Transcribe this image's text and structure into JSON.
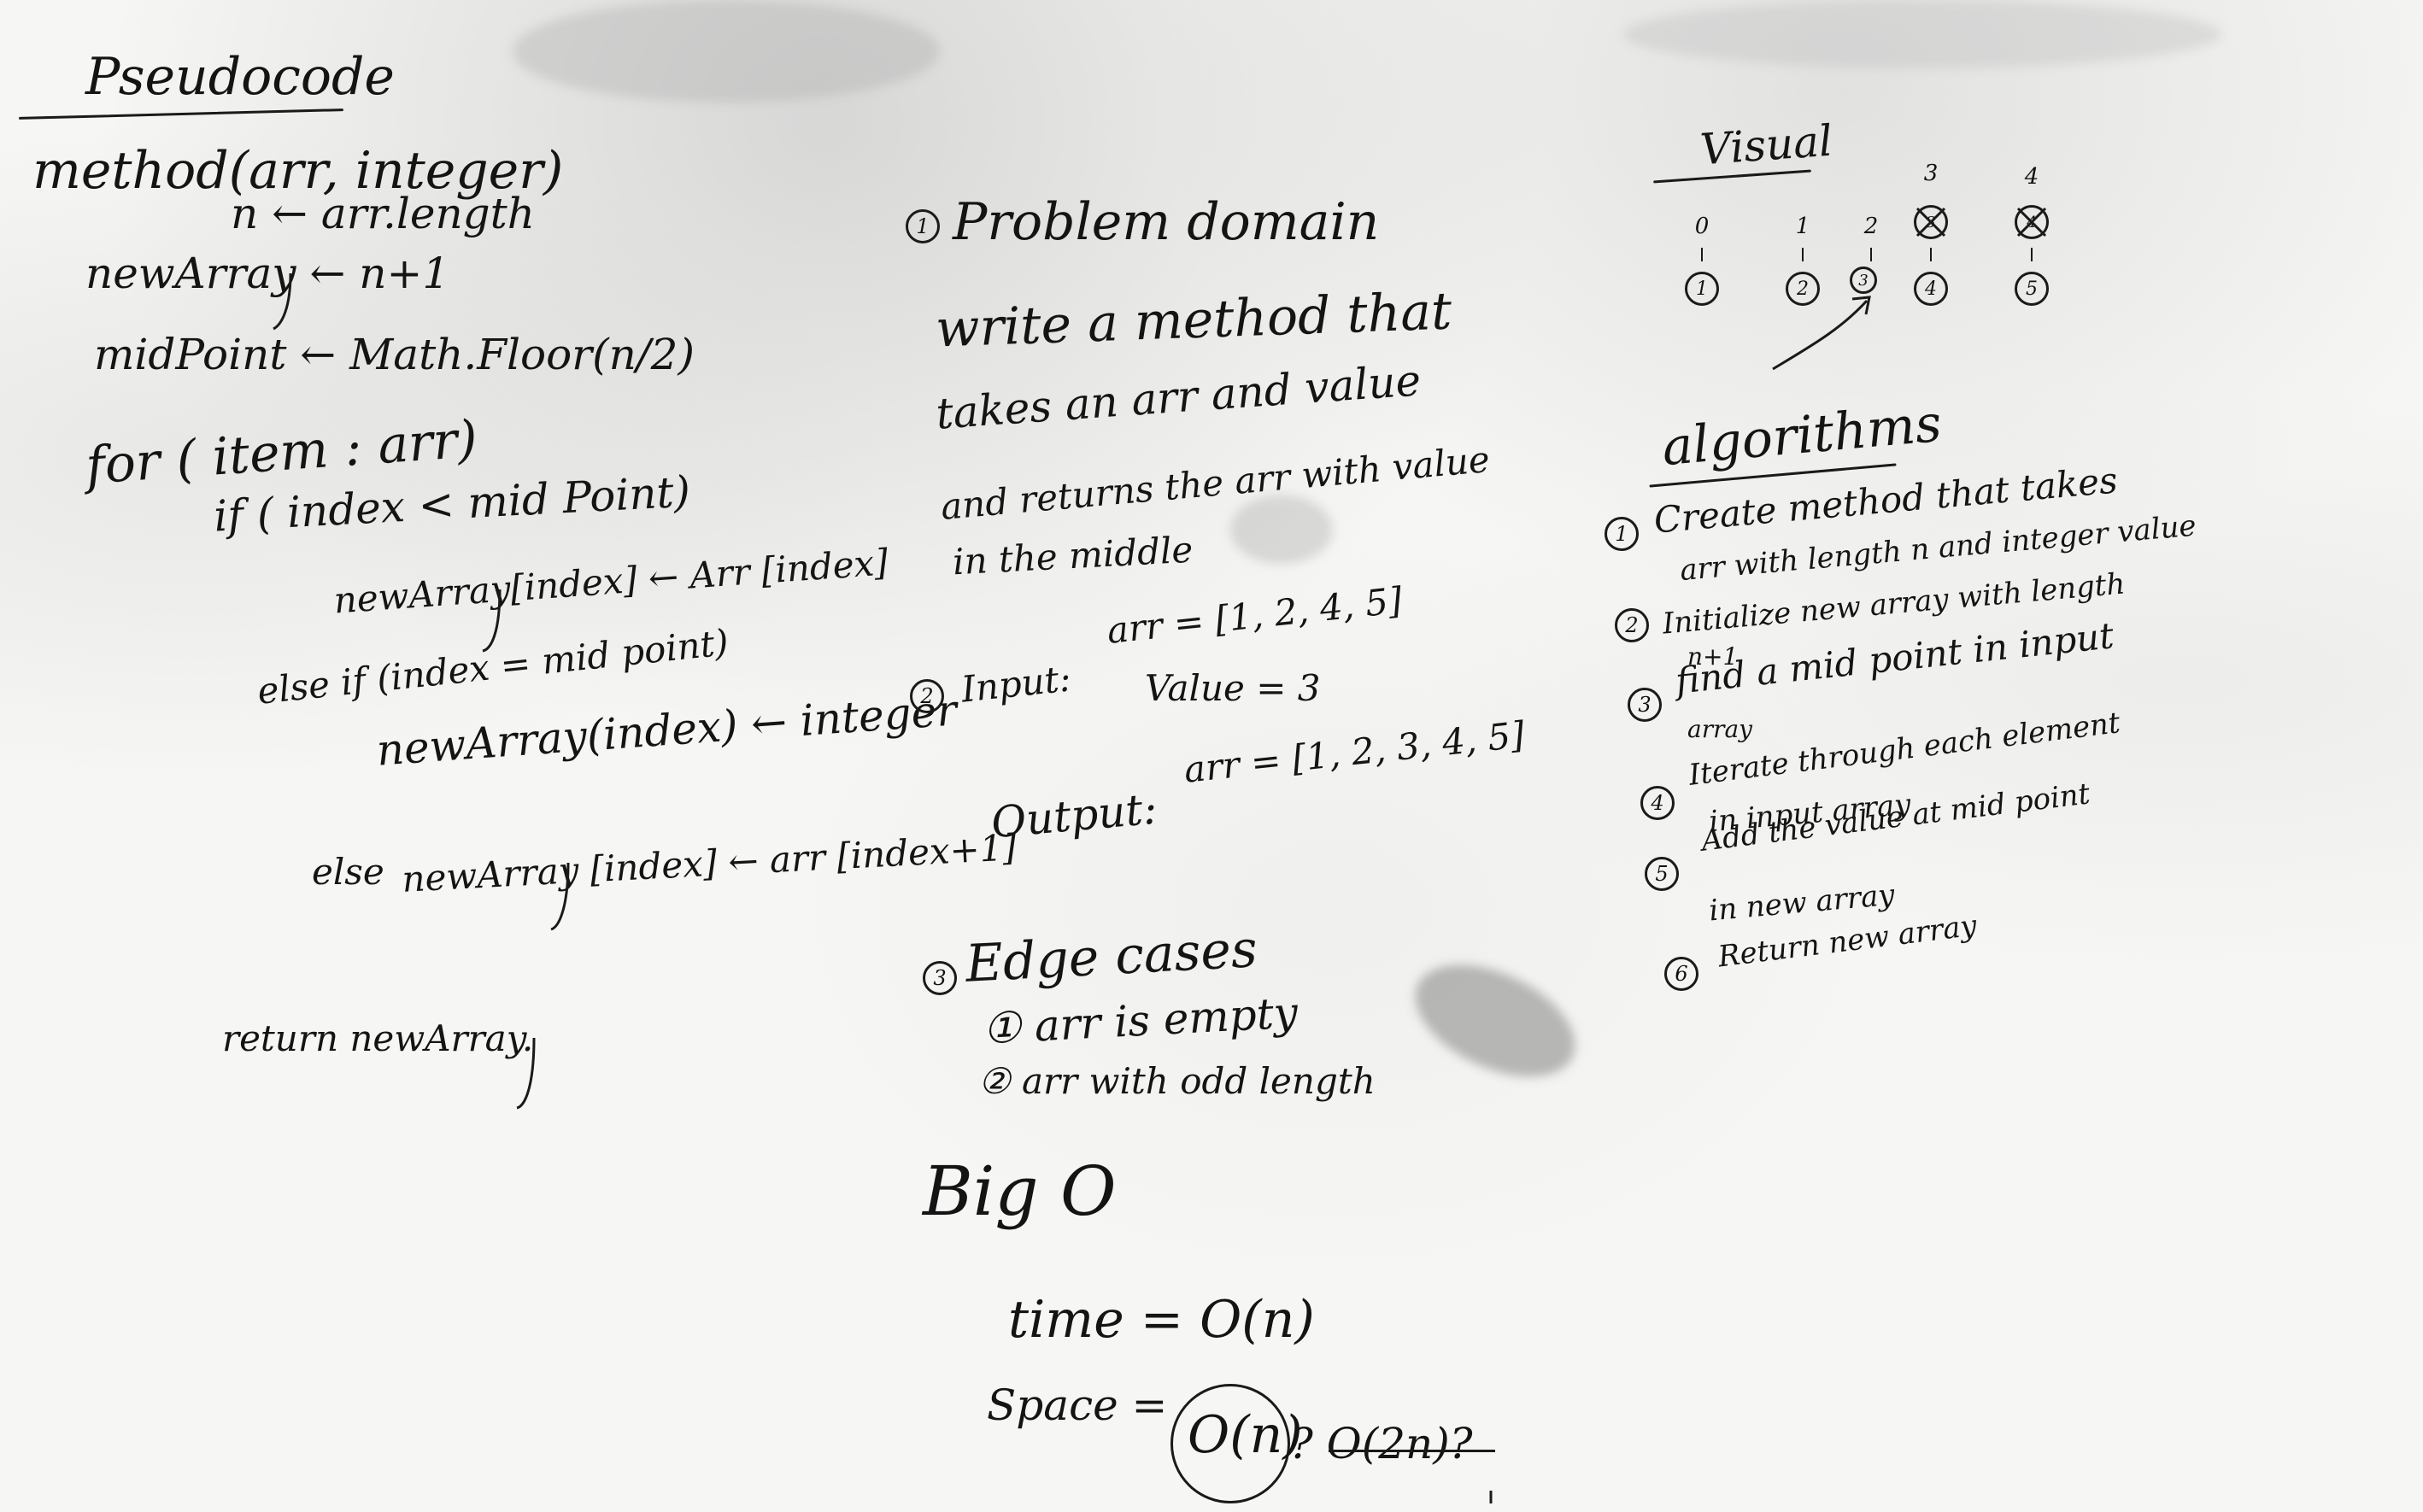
{
  "pseudocode": {
    "title": "Pseudocode",
    "lines": [
      "method(arr, integer)",
      "n ← arr.length",
      "newArray ← n+1",
      "midPoint ← Math.Floor(n/2)",
      "for ( item : arr)",
      "if ( index < mid Point)",
      "newArray[index] ← Arr [index]",
      "else if (index   = mid point)",
      "newArray(index) ← integer",
      "else",
      "newArray [index] ← arr [index+1]",
      "return newArray."
    ]
  },
  "problem_domain": {
    "heading": "Problem domain",
    "badge": "1",
    "lines": [
      "write a method that",
      "takes an arr and value",
      "and returns the arr with value",
      "in the middle"
    ]
  },
  "io": {
    "badge": "2",
    "input_label": "Input:",
    "input_arr": "arr = [1, 2, 4, 5]",
    "input_value": "Value = 3",
    "output_label": "Output:",
    "output_arr": "arr = [1, 2, 3, 4, 5]"
  },
  "edge_cases": {
    "badge": "3",
    "heading": "Edge cases",
    "items": [
      "① arr is empty",
      "② arr with odd length"
    ]
  },
  "big_o": {
    "heading": "Big O",
    "time": "time = O(n)",
    "space_label": "Space =",
    "space_value": "O(n)",
    "space_alt": "? O(2n)?"
  },
  "visual": {
    "title": "Visual",
    "indices": [
      "0",
      "1",
      "2",
      "3",
      "4"
    ],
    "nodes": [
      "1",
      "2",
      "3",
      "4",
      "5"
    ],
    "struck": [
      "3",
      "4"
    ]
  },
  "algorithms": {
    "title": "algorithms",
    "steps": [
      {
        "num": "1",
        "line1": "Create method that takes",
        "line2": "arr with length n and integer value"
      },
      {
        "num": "2",
        "line1": "Initialize new array with length",
        "line2": "n+1"
      },
      {
        "num": "3",
        "line1": "find a mid point in input",
        "line2": "array"
      },
      {
        "num": "4",
        "line1": "Iterate through each element",
        "line2": "in input array"
      },
      {
        "num": "5",
        "line1": "Add the value at mid point",
        "line2": "in new array"
      },
      {
        "num": "6",
        "line1": "Return new array",
        "line2": ""
      }
    ]
  }
}
